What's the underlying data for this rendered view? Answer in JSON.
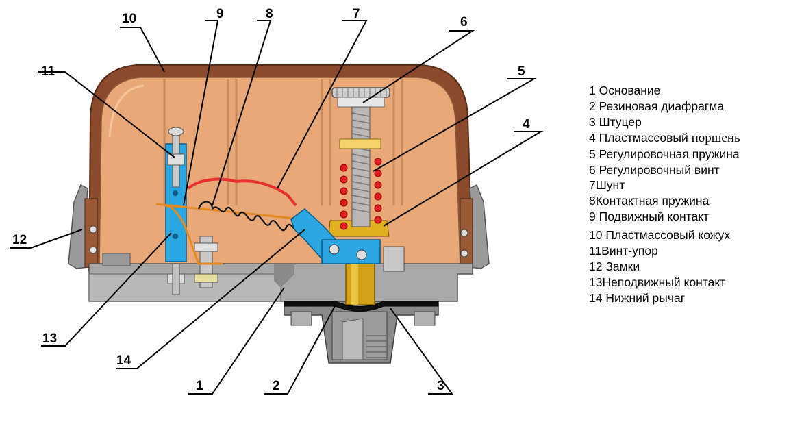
{
  "callout_numbers": [
    "1",
    "2",
    "3",
    "4",
    "5",
    "6",
    "7",
    "8",
    "9",
    "10",
    "11",
    "12",
    "13",
    "14"
  ],
  "legend": [
    {
      "number": "1",
      "text": "Основание"
    },
    {
      "number": "2",
      "text": "Резиновая диафрагма"
    },
    {
      "number": "3",
      "text": "Штуцер"
    },
    {
      "number": "4",
      "text": "Пластмассовый",
      "extra": "поршень"
    },
    {
      "number": "5",
      "text": "Регулировочная пружина"
    },
    {
      "number": "6",
      "text": "Регулировочный винт"
    },
    {
      "number": "7",
      "text": "Шунт"
    },
    {
      "number": "8",
      "text": "Контактная пружина"
    },
    {
      "number": "9",
      "text": "Подвижный контакт"
    },
    {
      "number": "10",
      "text": "Пластмассовый кожух"
    },
    {
      "number": "11",
      "text": "Винт-упор"
    },
    {
      "number": "12",
      "text": "Замки"
    },
    {
      "number": "13",
      "text": "Неподвижный контакт"
    },
    {
      "number": "14",
      "text": "Нижний рычаг"
    }
  ],
  "colors": {
    "housing_outer": "#8b4a2b",
    "housing_inner": "#e8a878",
    "base_gray": "#a0a0a0",
    "base_dark": "#6e6e6e",
    "contact_blue": "#2aa7e0",
    "piston_gold": "#d4a017",
    "spring_red": "#e02020",
    "shunt_red": "#e83030",
    "diaphragm_black": "#111111"
  }
}
